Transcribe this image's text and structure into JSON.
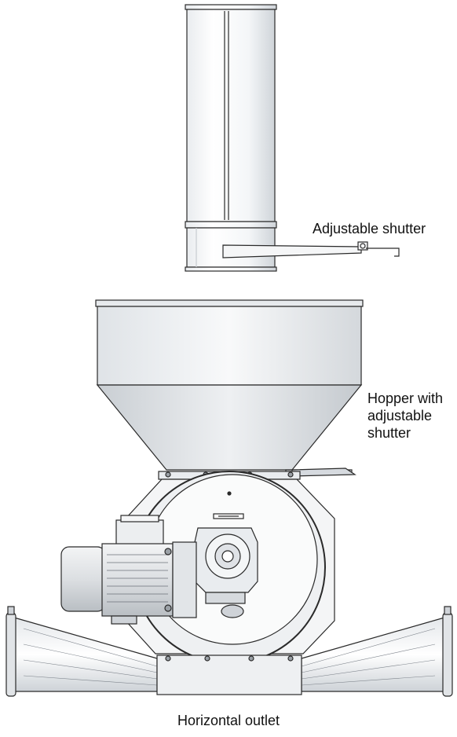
{
  "labels": {
    "adjustable_shutter": "Adjustable shutter",
    "hopper_line1": "Hopper with",
    "hopper_line2": "adjustable",
    "hopper_line3": "shutter",
    "horizontal_outlet": "Horizontal outlet"
  },
  "colors": {
    "line": "#2a2a2a",
    "metal_light": "#f2f4f6",
    "metal_mid": "#d9dde2",
    "metal_dark": "#9aa0a6",
    "background": "#ffffff"
  }
}
